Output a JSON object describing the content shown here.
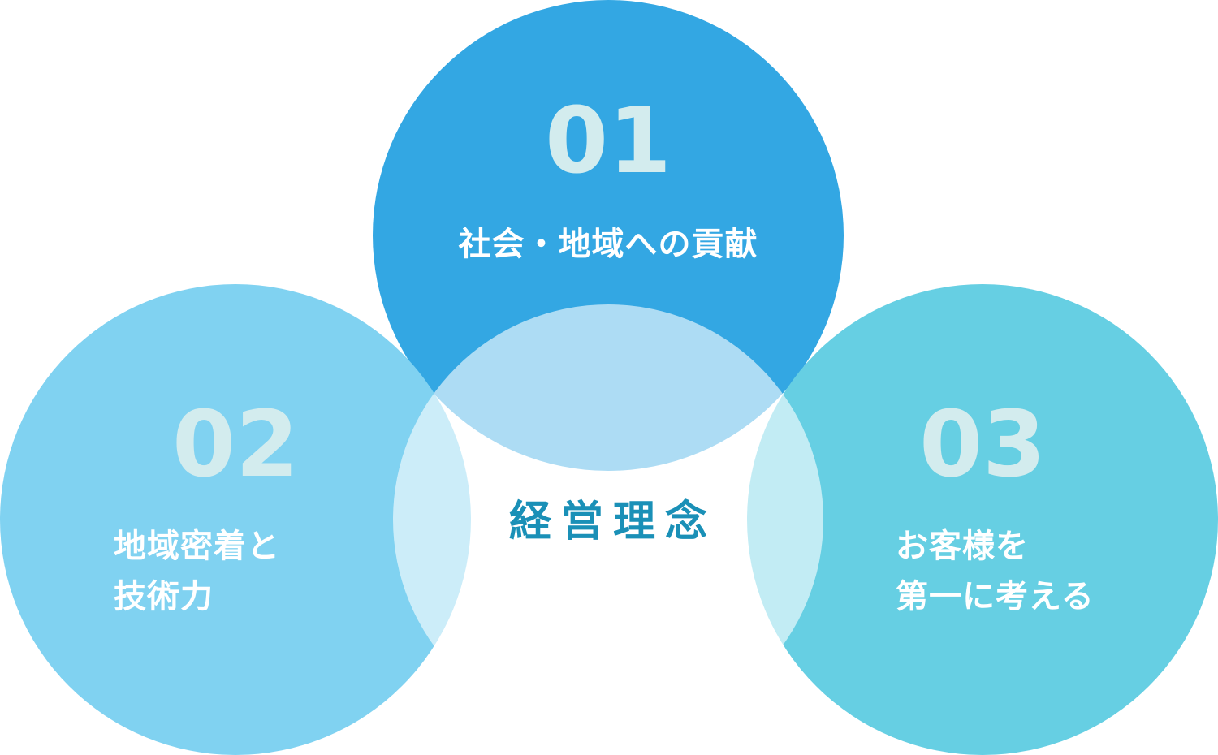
{
  "center_title": "経営理念",
  "principles": [
    {
      "number": "01",
      "lines": [
        "社会・地域への貢献"
      ],
      "color": "#33a7e3"
    },
    {
      "number": "02",
      "lines": [
        "地域密着と",
        "技術力"
      ],
      "color": "#80d2f1"
    },
    {
      "number": "03",
      "lines": [
        "お客様を",
        "第一に考える"
      ],
      "color": "#66cfe3"
    }
  ]
}
